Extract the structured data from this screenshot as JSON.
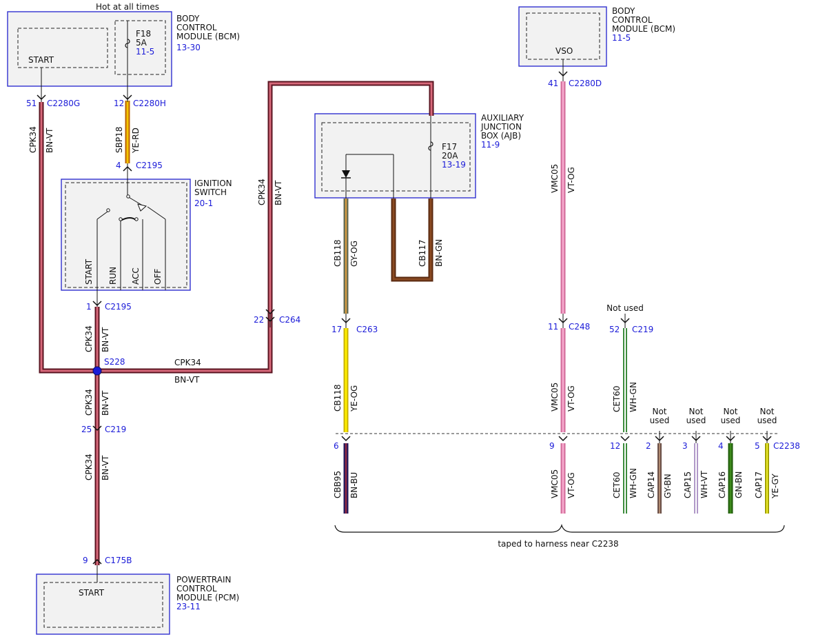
{
  "colors": {
    "accent_blue": "#1a1ad8",
    "box_fill": "#f2f2f2",
    "box_border": "#3030d0",
    "wire_bn_vt": "#b23a46",
    "wire_ye_rd": "#e8a400",
    "wire_vt_og": "#f08ab8",
    "wire_gy_og": "#8a8e70",
    "wire_bn_gn": "#7a3a1a",
    "wire_ye_og": "#f5e000",
    "wire_bn_bu": "#4a2a66",
    "wire_wh_gn": "#3c8c3c",
    "wire_gy_bn": "#8c6a5a",
    "wire_wh_vt": "#c8a8d0",
    "wire_gn_bn": "#2f6b14",
    "wire_ye_gy": "#d8d000",
    "splice_blue": "#1a1ad8"
  },
  "top_note": "Hot at all times",
  "bcm1": {
    "name_lines": [
      "BODY",
      "CONTROL",
      "MODULE (BCM)"
    ],
    "ref": "13-30",
    "start_label": "START",
    "fuse_id": "F18",
    "fuse_rating": "5A",
    "fuse_ref": "11-5"
  },
  "bcm2": {
    "name_lines": [
      "BODY",
      "CONTROL",
      "MODULE (BCM)"
    ],
    "ref": "11-5",
    "vso_label": "VSO"
  },
  "ignition": {
    "name_lines": [
      "IGNITION",
      "SWITCH"
    ],
    "ref": "20-1",
    "positions": [
      "START",
      "RUN",
      "ACC",
      "OFF"
    ]
  },
  "ajb": {
    "name_lines": [
      "AUXILIARY",
      "JUNCTION",
      "BOX (AJB)"
    ],
    "ref": "11-9",
    "fuse_id": "F17",
    "fuse_rating": "20A",
    "fuse_ref": "13-19"
  },
  "pcm": {
    "name_lines": [
      "POWERTRAIN",
      "CONTROL",
      "MODULE (PCM)"
    ],
    "ref": "23-11",
    "start_label": "START"
  },
  "pins": {
    "p51": "51",
    "c2280g": "C2280G",
    "p12": "12",
    "c2280h": "C2280H",
    "p41": "41",
    "c2280d": "C2280D",
    "p4": "4",
    "c2195a": "C2195",
    "p1": "1",
    "c2195b": "C2195",
    "p22": "22",
    "c264": "C264",
    "p17": "17",
    "c263": "C263",
    "p11": "11",
    "c248": "C248",
    "p52": "52",
    "c219a": "C219",
    "p25": "25",
    "c219b": "C219",
    "p9a": "9",
    "c175b": "C175B",
    "p6": "6",
    "p9b": "9",
    "p12b": "12",
    "p2": "2",
    "p3": "3",
    "p4b": "4",
    "p5": "5",
    "c2238": "C2238"
  },
  "splice": {
    "id": "S228"
  },
  "wires": {
    "cpk34_bn_vt": {
      "circuit": "CPK34",
      "color": "BN-VT"
    },
    "sbp18": {
      "circuit": "SBP18",
      "color": "YE-RD"
    },
    "vmc05": {
      "circuit": "VMC05",
      "color": "VT-OG"
    },
    "cb118_a": {
      "circuit": "CB118",
      "color": "GY-OG"
    },
    "cb117": {
      "circuit": "CB117",
      "color": "BN-GN"
    },
    "cb118_b": {
      "circuit": "CB118",
      "color": "YE-OG"
    },
    "cet60": {
      "circuit": "CET60",
      "color": "WH-GN"
    },
    "cbb95": {
      "circuit": "CBB95",
      "color": "BN-BU"
    },
    "cap14": {
      "circuit": "CAP14",
      "color": "GY-BN"
    },
    "cap15": {
      "circuit": "CAP15",
      "color": "WH-VT"
    },
    "cap16": {
      "circuit": "CAP16",
      "color": "GN-BN"
    },
    "cap17": {
      "circuit": "CAP17",
      "color": "YE-GY"
    }
  },
  "not_used_single": "Not used",
  "not_used_lines": [
    "Not",
    "used"
  ],
  "harness_note": "taped to harness near C2238"
}
